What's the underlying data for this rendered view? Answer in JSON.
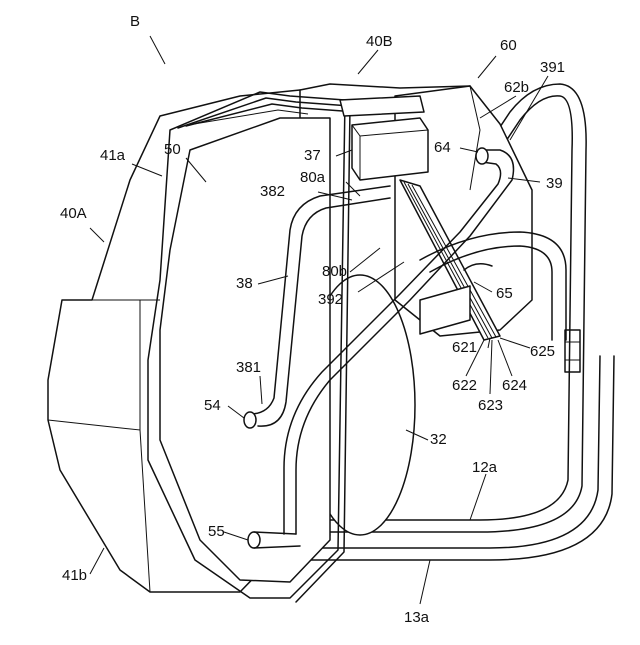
{
  "labels": {
    "B": "B",
    "40B": "40B",
    "60": "60",
    "391": "391",
    "62b": "62b",
    "41a": "41a",
    "50": "50",
    "37": "37",
    "64": "64",
    "39": "39",
    "80a": "80a",
    "382": "382",
    "40A": "40A",
    "38": "38",
    "80b": "80b",
    "392": "392",
    "65": "65",
    "621": "621",
    "625": "625",
    "622": "622",
    "624": "624",
    "623": "623",
    "381": "381",
    "54": "54",
    "32": "32",
    "12a": "12a",
    "55": "55",
    "41b": "41b",
    "13a": "13a"
  }
}
